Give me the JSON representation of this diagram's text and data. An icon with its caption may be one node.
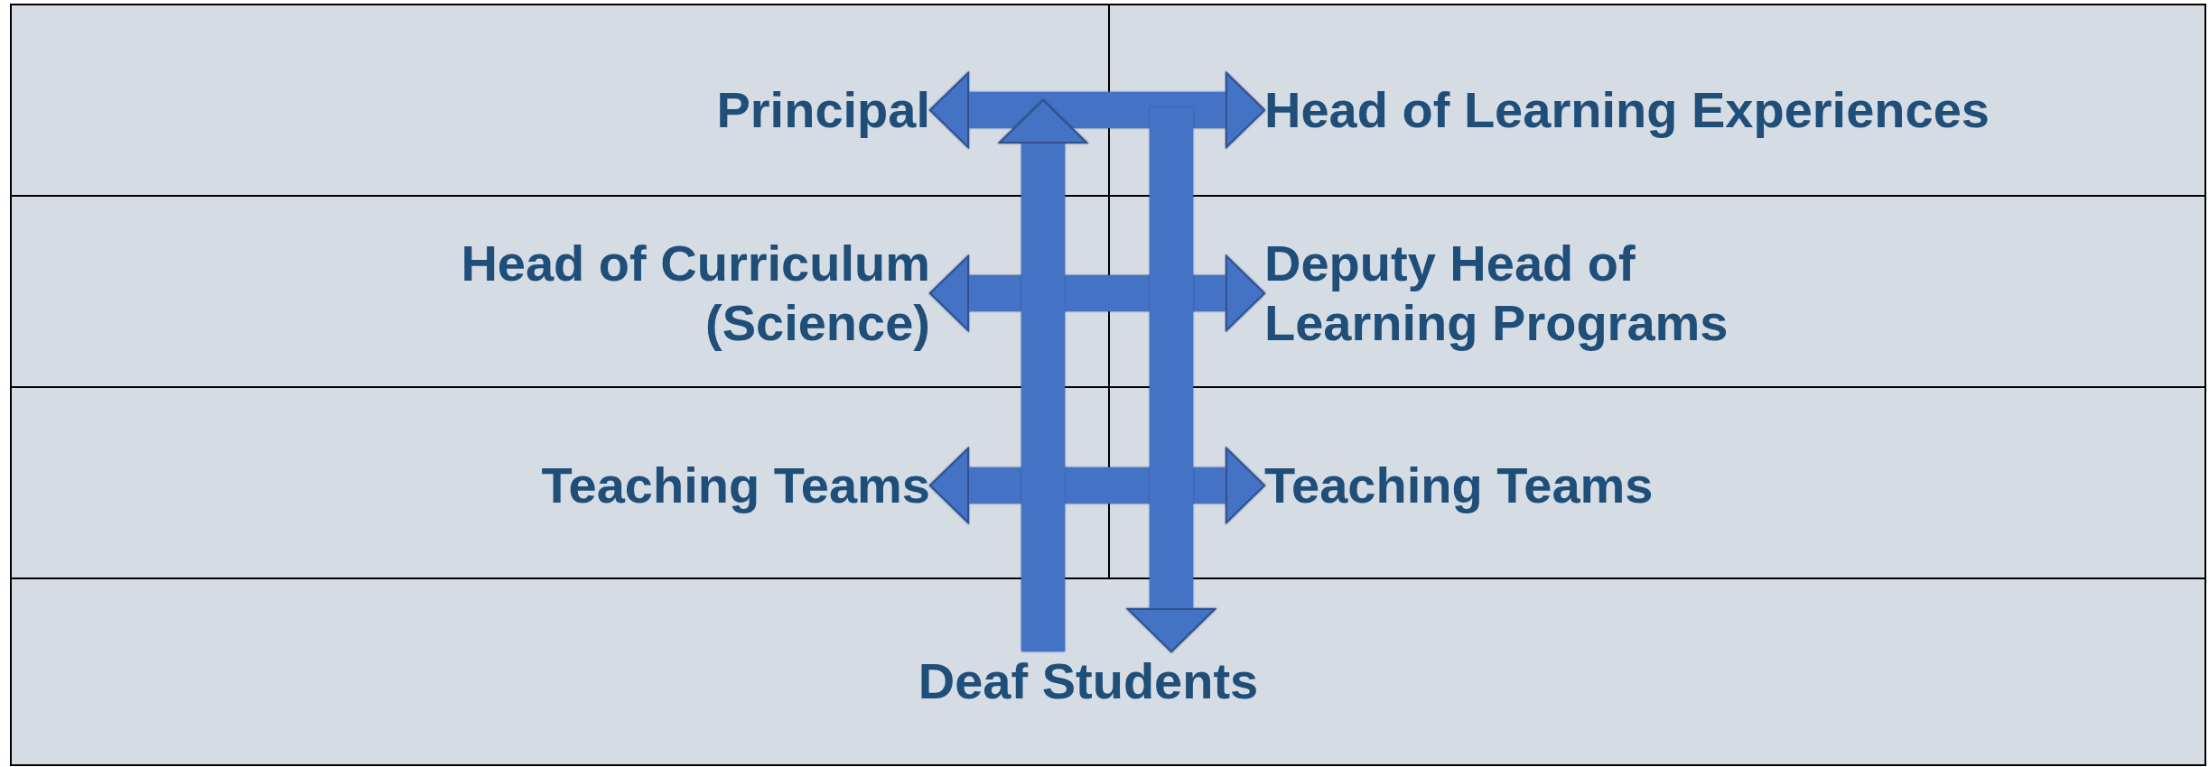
{
  "diagram": {
    "nodes": [
      {
        "text": [
          "Principal"
        ]
      },
      {
        "text": [
          "Head of Learning Experiences"
        ]
      },
      {
        "text": [
          "Head of Curriculum (Science)"
        ]
      },
      {
        "text": [
          "Deputy Head of Learning Programs"
        ]
      },
      {
        "text": [
          "Teaching Teams"
        ]
      },
      {
        "text": [
          "Teaching Teams"
        ]
      },
      {
        "text": [
          "Deaf Students"
        ]
      }
    ],
    "edges": [
      {
        "from": 0,
        "to": 1,
        "arrow": "both"
      },
      {
        "from": 2,
        "to": 3,
        "arrow": "both"
      },
      {
        "from": 4,
        "to": 5,
        "arrow": "both"
      },
      {
        "from": 6,
        "to": 0,
        "arrow": "to"
      },
      {
        "from": null,
        "to": 6,
        "arrow": "to"
      }
    ]
  }
}
